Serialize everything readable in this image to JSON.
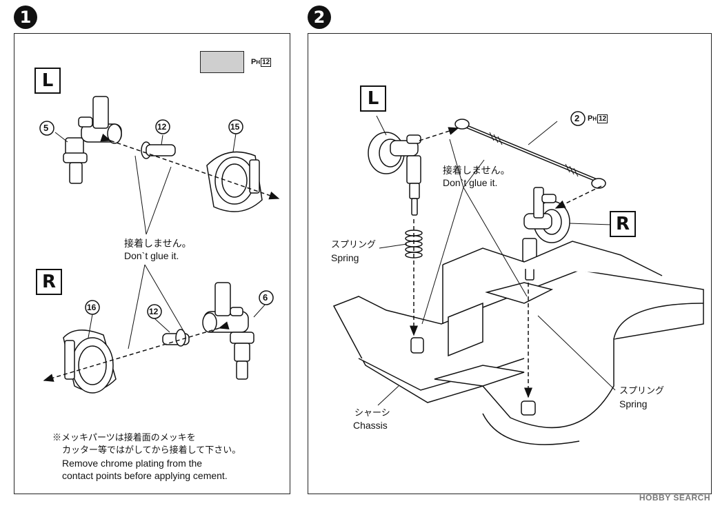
{
  "steps": [
    {
      "number": "1",
      "left_label": "L",
      "right_label": "R",
      "paint": {
        "prefix": "P",
        "sub": "H",
        "code": "12"
      },
      "part_numbers": {
        "l_knuckle": "5",
        "l_pin": "12",
        "l_wheel": "15",
        "r_wheel": "16",
        "r_pin": "12",
        "r_knuckle": "6"
      },
      "note_jp": "接着しません。",
      "note_en": "Don`t glue it.",
      "chrome_jp_1": "※メッキパーツは接着面のメッキを",
      "chrome_jp_2": "カッター等ではがしてから接着して下さい。",
      "chrome_en_1": "Remove chrome plating from the",
      "chrome_en_2": "contact points before applying cement."
    },
    {
      "number": "2",
      "left_label": "L",
      "right_label": "R",
      "rod_part": "2",
      "paint": {
        "prefix": "P",
        "sub": "H",
        "code": "12"
      },
      "note_jp": "接着しません。",
      "note_en": "Don`t glue it.",
      "spring_jp": "スプリング",
      "spring_en": "Spring",
      "chassis_jp": "シャーシ",
      "chassis_en": "Chassis"
    }
  ],
  "watermark": "HOBBY SEARCH"
}
